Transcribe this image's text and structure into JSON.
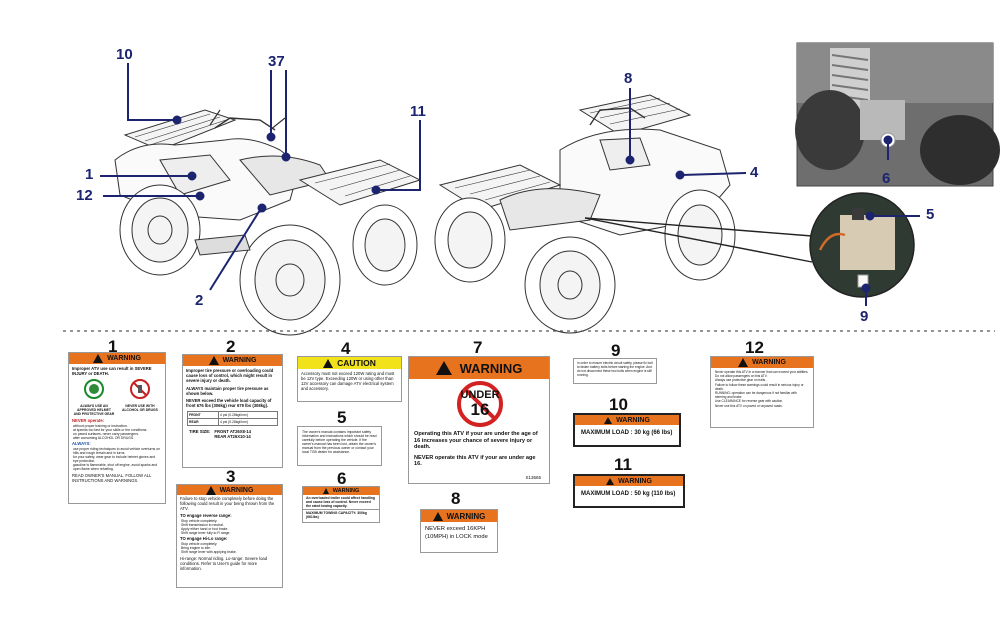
{
  "callouts": [
    "10",
    "37",
    "8",
    "11",
    "1",
    "4",
    "12",
    "6",
    "5",
    "2",
    "9"
  ],
  "label_numbers": [
    "1",
    "2",
    "3",
    "4",
    "5",
    "6",
    "7",
    "8",
    "9",
    "10",
    "11",
    "12"
  ],
  "labels": {
    "l1": {
      "header": "WARNING",
      "intro": "Improper ATV use can result in SEVERE INJURY or DEATH.",
      "icon_left_caption": "ALWAYS USE AN APPROVED HELMET AND PROTECTIVE GEAR",
      "icon_right_caption": "NEVER USE WITH ALCOHOL OR DRUGS",
      "never_title": "NEVER operate:",
      "never_items": [
        "without proper training or instruction.",
        "at speeds too fast for your skills or the conditions.",
        "on paved surfaces, never carry passengers.",
        "after consuming ALCOHOL OR DRUGS."
      ],
      "always_title": "ALWAYS:",
      "always_items": [
        "use proper riding techniques to avoid vehicle overturns on hills and rough terrain and in turns.",
        "for your safety, wear gear to include helmet gloves and eye protection.",
        "gasoline is flammable, shut off engine, avoid sparks and open flame when refueling."
      ],
      "footer": "READ OWNER'S MANUAL. FOLLOW ALL INSTRUCTIONS AND WARNINGS."
    },
    "l2": {
      "header": "WARNING",
      "p1": "Improper tire pressure or overloading could cause loss of control, which might result in severe injury or death.",
      "p2": "ALWAYS maintain proper tire pressure as shown below.",
      "p3": "NEVER exceed the vehicle load capacity of front 676 lbs (306kg) rear 679 lbs (308kg).",
      "tire_row1": "FRONT",
      "tire_row2": "REAR",
      "tire_value1": "4 psi (0.28kgf/cm²)",
      "tire_value2": "4 psi (0.28kgf/cm²)",
      "tire_size_label": "TIRE SIZE:",
      "tire_front": "FRONT  AT26X8-14",
      "tire_rear": "REAR   AT26X10-14"
    },
    "l3": {
      "header": "WARNING",
      "p1": "Failure to stop vehicle completely before doing the following could result in your being thrown from the ATV.",
      "rev_title": "TO engage reverse range:",
      "rev_items": [
        "Stop vehicle completely.",
        "Shift transmission to neutral.",
        "Apply either hand or foot brake.",
        "Shift range lever fully to R range."
      ],
      "hilo_title": "TO engage Hi-Lo range:",
      "hilo_items": [
        "Stop vehicle completely.",
        "Bring engine to idle.",
        "Shift range lever with applying brake."
      ],
      "footer": "Hi-range: Normal riding. Lo-range: Severe load conditions. Refer to User's guide for more information."
    },
    "l4": {
      "header": "CAUTION",
      "text": "Accessory must not exceed 120W rating and must be 12V type. Exceeding 120W or using other than 12V accessory can damage ATV electrical system and accessory."
    },
    "l5": {
      "text": "The owner's manual contains important safety information and instructions which should be read carefully before operating the vehicle. If the owner's manual has been lost, obtain the owner's manual from the previous owner or contact your local TGB dealer for assistance."
    },
    "l6": {
      "header": "WARNING",
      "text": "An overloaded trailer could affect handling and cause loss of control. Never exceed the rated towing capacity.",
      "footer": "MAXIMUM TOWING CAPACITY: 300kg (661lbs)"
    },
    "l7": {
      "header": "WARNING",
      "badge_top": "UNDER",
      "badge_num": "16",
      "p1": "Operating this ATV if your are under the age of 16 increases your chance of severe injury or death.",
      "p2": "NEVER operate this ATV if your are under age 16.",
      "code": "S13665"
    },
    "l8": {
      "header": "WARNING",
      "line1": "NEVER exceed 16KPH",
      "line2": "(10MPH) in LOCK mode"
    },
    "l9": {
      "text": "In order to ensure electric circuit safety, please fix bolt to fasten battery bolts before starting the engine. And do not disconnect these two bolts when engine is still running."
    },
    "l10": {
      "header": "WARNING",
      "text": "MAXIMUM LOAD : 30 kg (66 lbs)"
    },
    "l11": {
      "header": "WARNING",
      "text": "MAXIMUM LOAD : 50 kg (110 lbs)"
    },
    "l12": {
      "header": "WARNING",
      "items": [
        "Never operate this ATV in a manner that can exceed your abilities.",
        "Do not allow passengers on this ATV.",
        "Always use protective gear on trails.",
        "Failure to follow these warnings could result in serious injury or death.",
        "RUNNING: operation can be dangerous if not familiar with steering and brake.",
        "Use CLEARANCE for reverse gear with caution.",
        "Never use this ATV on paved or unpaved roads."
      ]
    }
  }
}
